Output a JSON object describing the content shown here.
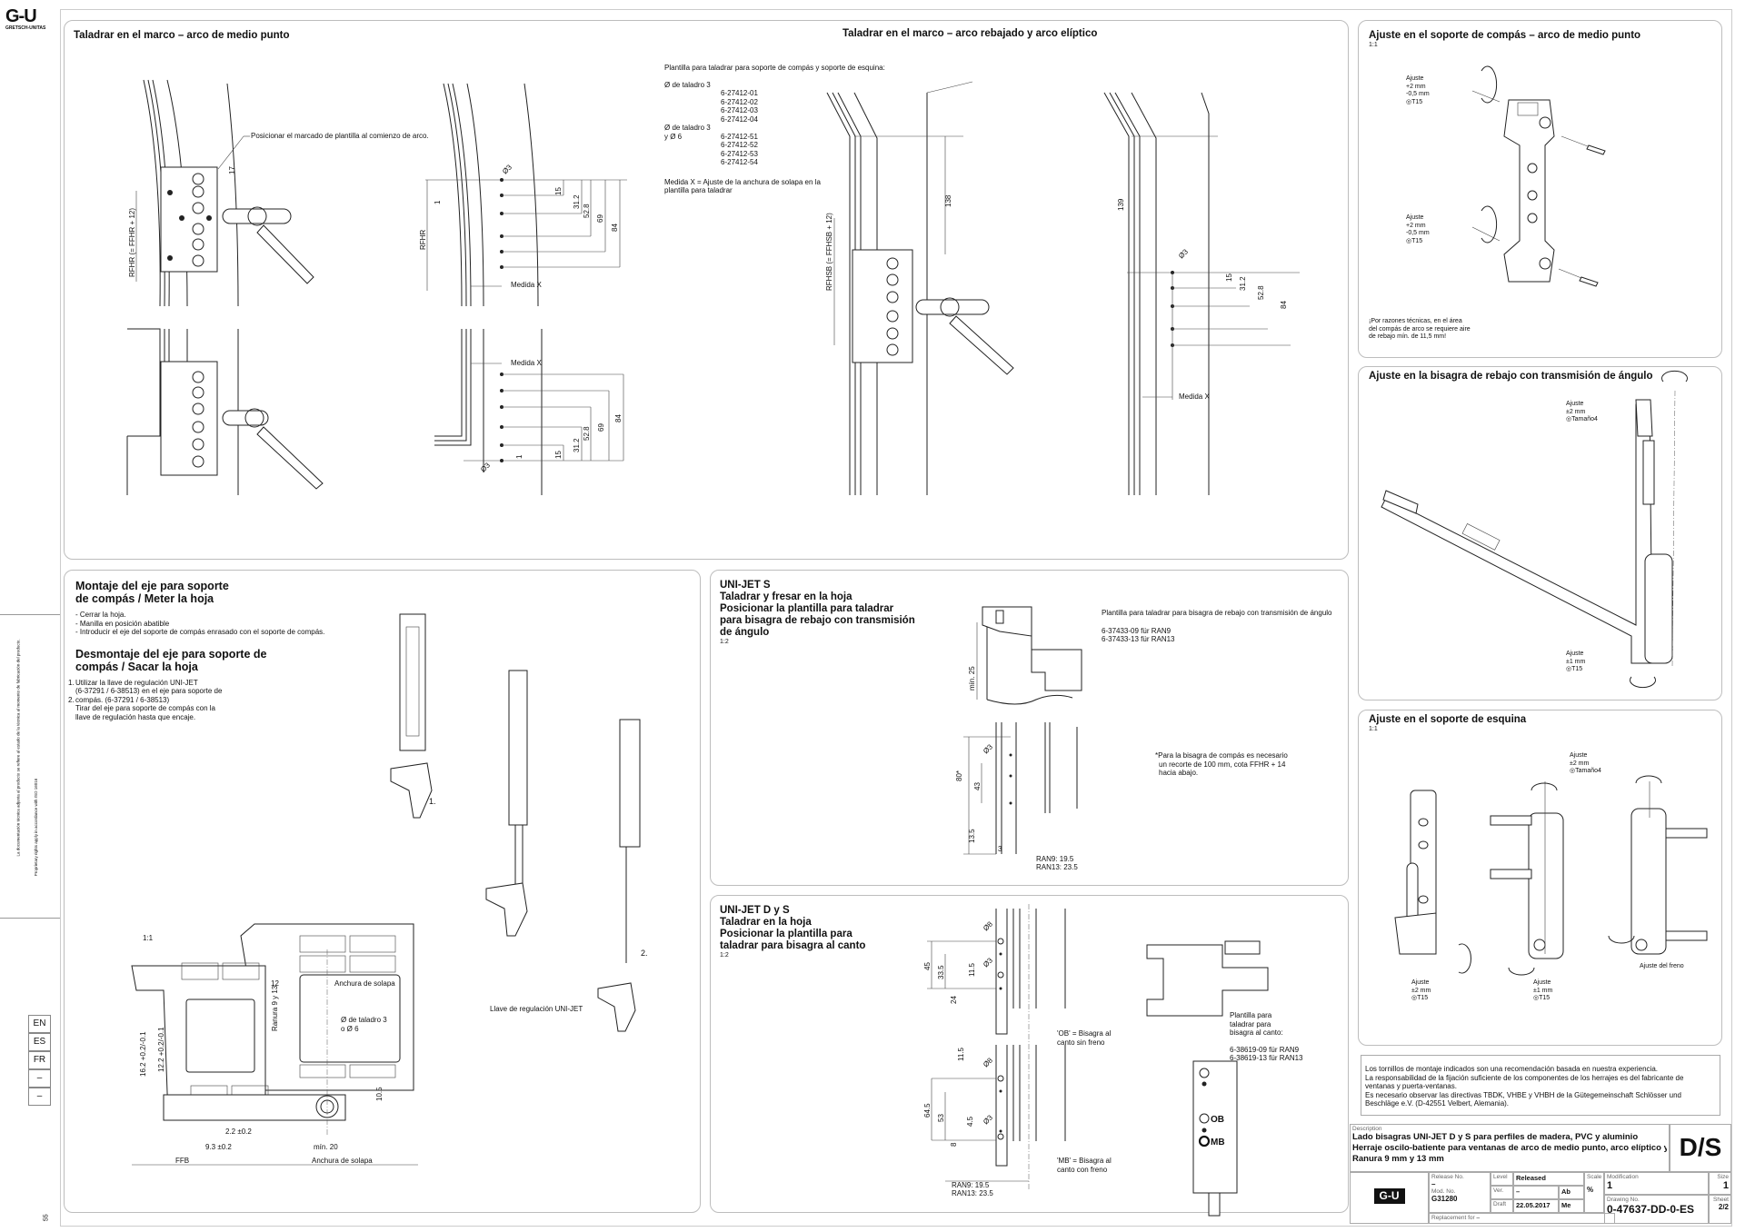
{
  "brand": {
    "logo": "G-U",
    "logo_sub": "GRETSCH-UNITAS",
    "margin_note": "La documentación técnica adjunta al producto se refiere al estado de la técnica al momento de fabricación del producto.",
    "margin_note2": "Proprietary rights apply in accordance with ISO 16016",
    "page_marker": "55"
  },
  "languages": [
    "EN",
    "ES",
    "FR",
    "–",
    "–"
  ],
  "panel_arc_frame": {
    "title_left": "Taladrar en el marco – arco de medio punto",
    "title_center": "Taladrar en el marco – arco rebajado y arco elíptico",
    "callout": "Posicionar el marcado de plantilla al comienzo de arco.",
    "dims_fig1": {
      "a": "17",
      "b": "RFHR (= FFHR + 12)"
    },
    "dims_fig2": {
      "d": "Ø3",
      "one": "1",
      "rfhr": "RFHR",
      "v1": "15",
      "v2": "31.2",
      "v3": "52.8",
      "v4": "69",
      "v5": "84",
      "medida": "Medida X"
    },
    "dims_fig4": {
      "medida": "Medida X",
      "d": "Ø3",
      "one": "1",
      "v1": "15",
      "v2": "31.2",
      "v3": "52.8",
      "v4": "69",
      "v5": "84"
    },
    "dims_fig5": {
      "a": "138",
      "b": "RFHSB (= FFHSB + 12)"
    },
    "dims_fig6": {
      "a": "139",
      "d": "Ø3",
      "v1": "15",
      "v2": "31.2",
      "v3": "52.8",
      "v4": "84",
      "medida": "Medida X"
    },
    "template_title": "Plantilla para taladrar para soporte de compás y soporte de esquina:",
    "group1_label": "Ø de taladro 3",
    "group1_parts": [
      "6-27412-01",
      "6-27412-02",
      "6-27412-03",
      "6-27412-04"
    ],
    "group2_label1": "Ø de taladro 3",
    "group2_label2": "y Ø 6",
    "group2_parts": [
      "6-27412-51",
      "6-27412-52",
      "6-27412-53",
      "6-27412-54"
    ],
    "medida_note": "Medida X = Ajuste de la anchura de solapa en la plantilla para taladrar"
  },
  "panel_axis": {
    "title1a": "Montaje del eje para soporte",
    "title1b": "de compás / Meter la hoja",
    "steps1": [
      "- Cerrar la hoja.",
      "- Manilla en posición abatible",
      "- Introducir el eje del soporte de compás enrasado con el soporte de compás."
    ],
    "title2a": "Desmontaje del eje para soporte de",
    "title2b": "compás / Sacar la hoja",
    "num1": "1.",
    "num2": "2.",
    "steps2": [
      "Utilizar la llave de regulación UNI-JET",
      "(6-37291 / 6-38513) en el eje para soporte de",
      "compás. (6-37291 / 6-38513)",
      "Tirar del eje para soporte de compás con la",
      "llave de regulación hasta que encaje."
    ],
    "arrow1": "1.",
    "arrow2": "2.",
    "key_label": "Llave de regulación UNI-JET",
    "scale": "1:1",
    "profile": {
      "d12": "12",
      "anchura": "Anchura de solapa",
      "ranura": "Ranura 9 y 13",
      "taladro1": "Ø de taladro 3",
      "taladro2": "o Ø 6",
      "d162": "16.2 +0.2/-0.1",
      "d122": "12.2 +0.2/-0.1",
      "d105": "10.5",
      "d22": "2.2 ±0.2",
      "d93": "9.3 ±0.2",
      "min20": "mín. 20",
      "ffb": "FFB",
      "anchura2": "Anchura de solapa"
    }
  },
  "panel_unijet_s": {
    "title": [
      "UNI-JET S",
      "Taladrar y fresar en la hoja",
      "Posicionar la plantilla para taladrar",
      "para bisagra de rebajo con transmisión",
      "de ángulo"
    ],
    "scale": "1:2",
    "template_title": "Plantilla para taladrar para bisagra de rebajo con transmisión de ángulo",
    "parts": [
      "6-37433-09 für RAN9",
      "6-37433-13 für RAN13"
    ],
    "note": [
      "*Para la bisagra de compás es necesario",
      "un recorte de 100 mm, cota FFHR + 14",
      "hacia abajo."
    ],
    "dims": {
      "min25": "mín. 25",
      "d80": "80*",
      "d43": "43",
      "d135": "13.5",
      "d3": "3",
      "dia": "Ø3",
      "ran9": "RAN9: 19.5",
      "ran13": "RAN13: 23.5"
    }
  },
  "panel_unijet_ds": {
    "title": [
      "UNI-JET D y S",
      "Taladrar en la hoja",
      "Posicionar la plantilla para",
      "taladrar para bisagra al canto"
    ],
    "scale": "1:2",
    "ob_note": [
      "'OB' = Bisagra al",
      "canto sin freno"
    ],
    "mb_note": [
      "'MB' = Bisagra al",
      "canto con freno"
    ],
    "template_text": [
      "Plantilla para",
      "taladrar para",
      "bisagra al canto:"
    ],
    "parts": [
      "6-38619-09 für RAN9",
      "6-38619-13 für RAN13"
    ],
    "ob": "OB",
    "mb": "MB",
    "dims_top": {
      "d45": "45",
      "d335": "33.5",
      "d115": "11.5",
      "d24": "24",
      "d8": "Ø8",
      "d3": "Ø3"
    },
    "dims_bot": {
      "d115": "11.5",
      "d645": "64.5",
      "d53": "53",
      "d45": "4.5",
      "d8v": "8",
      "d8": "Ø8",
      "d3": "Ø3"
    },
    "ran9": "RAN9: 19.5",
    "ran13": "RAN13: 23.5"
  },
  "panel_compas": {
    "title": "Ajuste en el soporte de compás – arco de medio punto",
    "scale": "1:1",
    "adjust_top": [
      "Ajuste",
      "+2 mm",
      "-0,5 mm",
      "T15"
    ],
    "adjust_bottom": [
      "Ajuste",
      "+2 mm",
      "-0,5 mm",
      "T15"
    ],
    "note": [
      "¡Por razones técnicas, en el área",
      "del compás de arco se requiere aire",
      "de rebajo mín. de 11,5 mm!"
    ]
  },
  "panel_rebajo": {
    "title": "Ajuste en la bisagra de rebajo con transmisión de ángulo",
    "adjust_top": [
      "Ajuste",
      "±2 mm",
      "Tamaño4"
    ],
    "adjust_bottom": [
      "Ajuste",
      "±1 mm",
      "T15"
    ]
  },
  "panel_esquina": {
    "title": "Ajuste en el soporte de esquina",
    "scale": "1:1",
    "adjust_top": [
      "Ajuste",
      "±2 mm",
      "Tamaño4"
    ],
    "adjust_left": [
      "Ajuste",
      "±2 mm",
      "T15"
    ],
    "adjust_mid": [
      "Ajuste",
      "±1 mm",
      "T15"
    ],
    "brake": "Ajuste del freno"
  },
  "notes": [
    "Los tornillos de montaje indicados son una recomendación basada en nuestra  experiencia.",
    "La responsabilidad de la fijación suficiente de los componentes de los herrajes  es del fabricante de",
    "ventanas y puerta-ventanas.",
    "Es necesario observar las directivas TBDK, VHBE y VHBH de la Gütegemeinschaft  Schlösser und",
    "Beschläge e.V. (D-42551 Velbert, Alemania)."
  ],
  "title_block": {
    "description_label": "Description",
    "description": [
      "Lado bisagras UNI-JET D y S para perfiles de madera, PVC y aluminio",
      "Herraje oscilo-batiente para ventanas de arco de medio punto, arco elíptico y a",
      "Ranura 9 mm y 13 mm"
    ],
    "type": "D/S",
    "release_label": "Release No.",
    "release": "–",
    "mod_label": "Mod. No.",
    "mod": "G31280",
    "level_label": "Level",
    "level": "Released",
    "ver_label": "Ver.",
    "ver": "–",
    "ver_code": "Ab",
    "draft_label": "Draft",
    "draft": "22.05.2017",
    "draft_code": "Me",
    "scale_label": "Scale",
    "scale": "%",
    "modification_label": "Modification",
    "modification": "1",
    "size_label": "Size",
    "size": "1",
    "drawing_label": "Drawing No.",
    "drawing": "0-47637-DD-0-ES",
    "sheet_label": "Sheet",
    "sheet": "2/2",
    "replacement_label": "Replacement for",
    "replacement": "–",
    "logo": "G-U"
  }
}
